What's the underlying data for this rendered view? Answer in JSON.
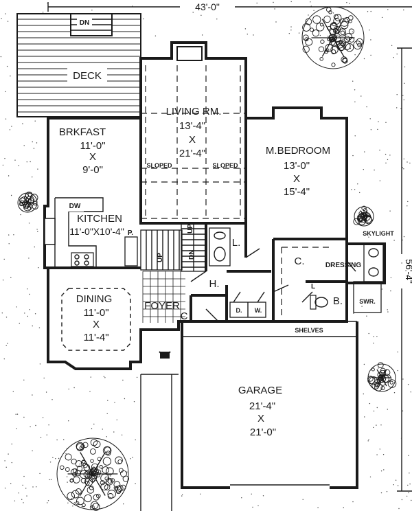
{
  "dimensions": {
    "width_overall": "43'-0\"",
    "depth_overall": "56'-4\""
  },
  "rooms": {
    "deck": {
      "name": "DECK"
    },
    "deck_stair": {
      "label": "DN"
    },
    "living": {
      "name": "LIVING RM.",
      "w": "13'-4\"",
      "x": "X",
      "l": "21'-4\""
    },
    "sloped_left": "SLOPED",
    "sloped_right": "SLOPED",
    "brkfast": {
      "name": "BRKFAST",
      "w": "11'-0\"",
      "x": "X",
      "l": "9'-0\""
    },
    "kitchen": {
      "name": "KITCHEN",
      "size": "11'-0\"X10'-4\""
    },
    "dw": "DW",
    "pantry": "P.",
    "bedroom": {
      "name": "M.BEDROOM",
      "w": "13'-0\"",
      "x": "X",
      "l": "15'-4\""
    },
    "dining": {
      "name": "DINING",
      "w": "11'-0\"",
      "x": "X",
      "l": "11'-4\""
    },
    "foyer": {
      "name": "FOYER"
    },
    "foyer_closet": "C",
    "hall": "H.",
    "linen": "L.",
    "closet": "C.",
    "bath_linen": "L",
    "bath": "B.",
    "dressing": "DRESSING",
    "shower": "SWR.",
    "skylight": "SKYLIGHT",
    "washer": "W.",
    "dryer": "D.",
    "stair_up1": "UP",
    "stair_up2": "UP",
    "stair_dn": "DN",
    "shelves": "SHELVES",
    "garage": {
      "name": "GARAGE",
      "w": "21'-4\"",
      "x": "X",
      "l": "21'-0\""
    }
  }
}
